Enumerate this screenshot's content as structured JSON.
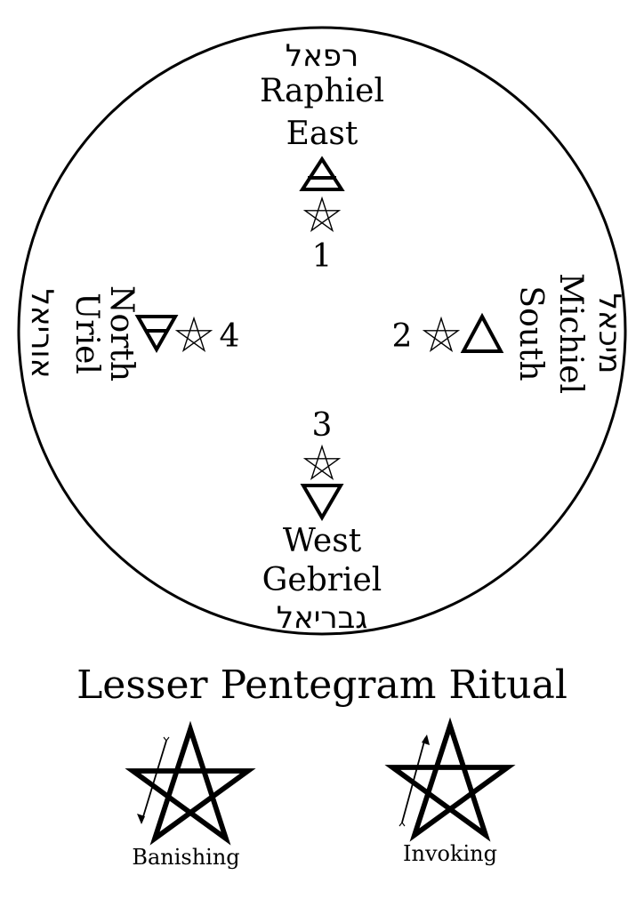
{
  "diagram": {
    "title": "Lesser Pentegram Ritual",
    "quarters": {
      "east": {
        "hebrew": "רפאל",
        "angel": "Raphiel",
        "direction": "East",
        "number": "1"
      },
      "south": {
        "hebrew": "מיכאל",
        "angel": "Michiel",
        "direction": "South",
        "number": "2"
      },
      "west": {
        "hebrew": "גבריאל",
        "angel": "Gebriel",
        "direction": "West",
        "number": "3"
      },
      "north": {
        "hebrew": "אוריאל",
        "angel": "Uriel",
        "direction": "North",
        "number": "4"
      }
    },
    "legend": {
      "banishing_label": "Banishing",
      "invoking_label": "Invoking"
    },
    "colors": {
      "ink": "#000000",
      "background": "#ffffff"
    },
    "icons": {
      "air": "air-symbol-icon",
      "fire": "fire-symbol-icon",
      "water": "water-symbol-icon",
      "earth": "earth-symbol-icon",
      "pentagram": "pentagram-icon"
    }
  }
}
